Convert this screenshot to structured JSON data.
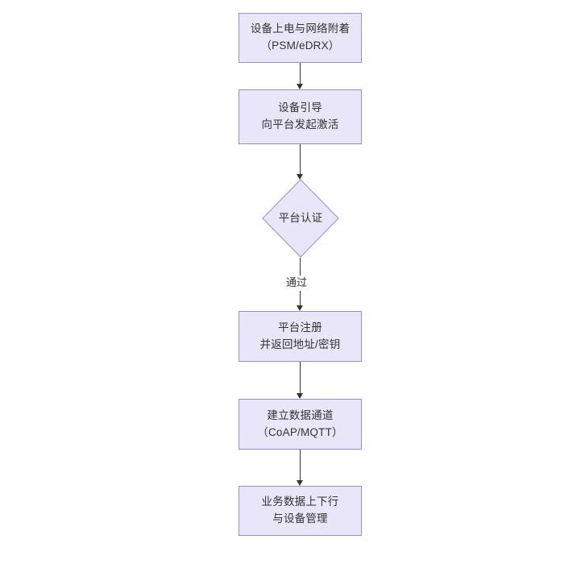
{
  "diagram": {
    "type": "flowchart",
    "orientation": "top-to-bottom",
    "background_color": "#ffffff",
    "node_fill_color": "#eae6f9",
    "node_border_color": "#9f86d6",
    "connector_color": "#333333",
    "text_color": "#333333",
    "nodes": [
      {
        "id": "n1",
        "shape": "rectangle",
        "lines": [
          "设备上电与网络附着",
          "（PSM/eDRX）"
        ]
      },
      {
        "id": "n2",
        "shape": "rectangle",
        "lines": [
          "设备引导",
          "向平台发起激活"
        ]
      },
      {
        "id": "n3",
        "shape": "diamond",
        "lines": [
          "平台认证"
        ]
      },
      {
        "id": "n4",
        "shape": "rectangle",
        "lines": [
          "平台注册",
          "并返回地址/密钥"
        ]
      },
      {
        "id": "n5",
        "shape": "rectangle",
        "lines": [
          "建立数据通道",
          "（CoAP/MQTT）"
        ]
      },
      {
        "id": "n6",
        "shape": "rectangle",
        "lines": [
          "业务数据上下行",
          "与设备管理"
        ]
      }
    ],
    "edges": [
      {
        "id": "e1",
        "from": "n1",
        "to": "n2",
        "label": ""
      },
      {
        "id": "e2",
        "from": "n2",
        "to": "n3",
        "label": ""
      },
      {
        "id": "e3",
        "from": "n3",
        "to": "n4",
        "label": "通过"
      },
      {
        "id": "e4",
        "from": "n4",
        "to": "n5",
        "label": ""
      },
      {
        "id": "e5",
        "from": "n5",
        "to": "n6",
        "label": ""
      }
    ]
  }
}
